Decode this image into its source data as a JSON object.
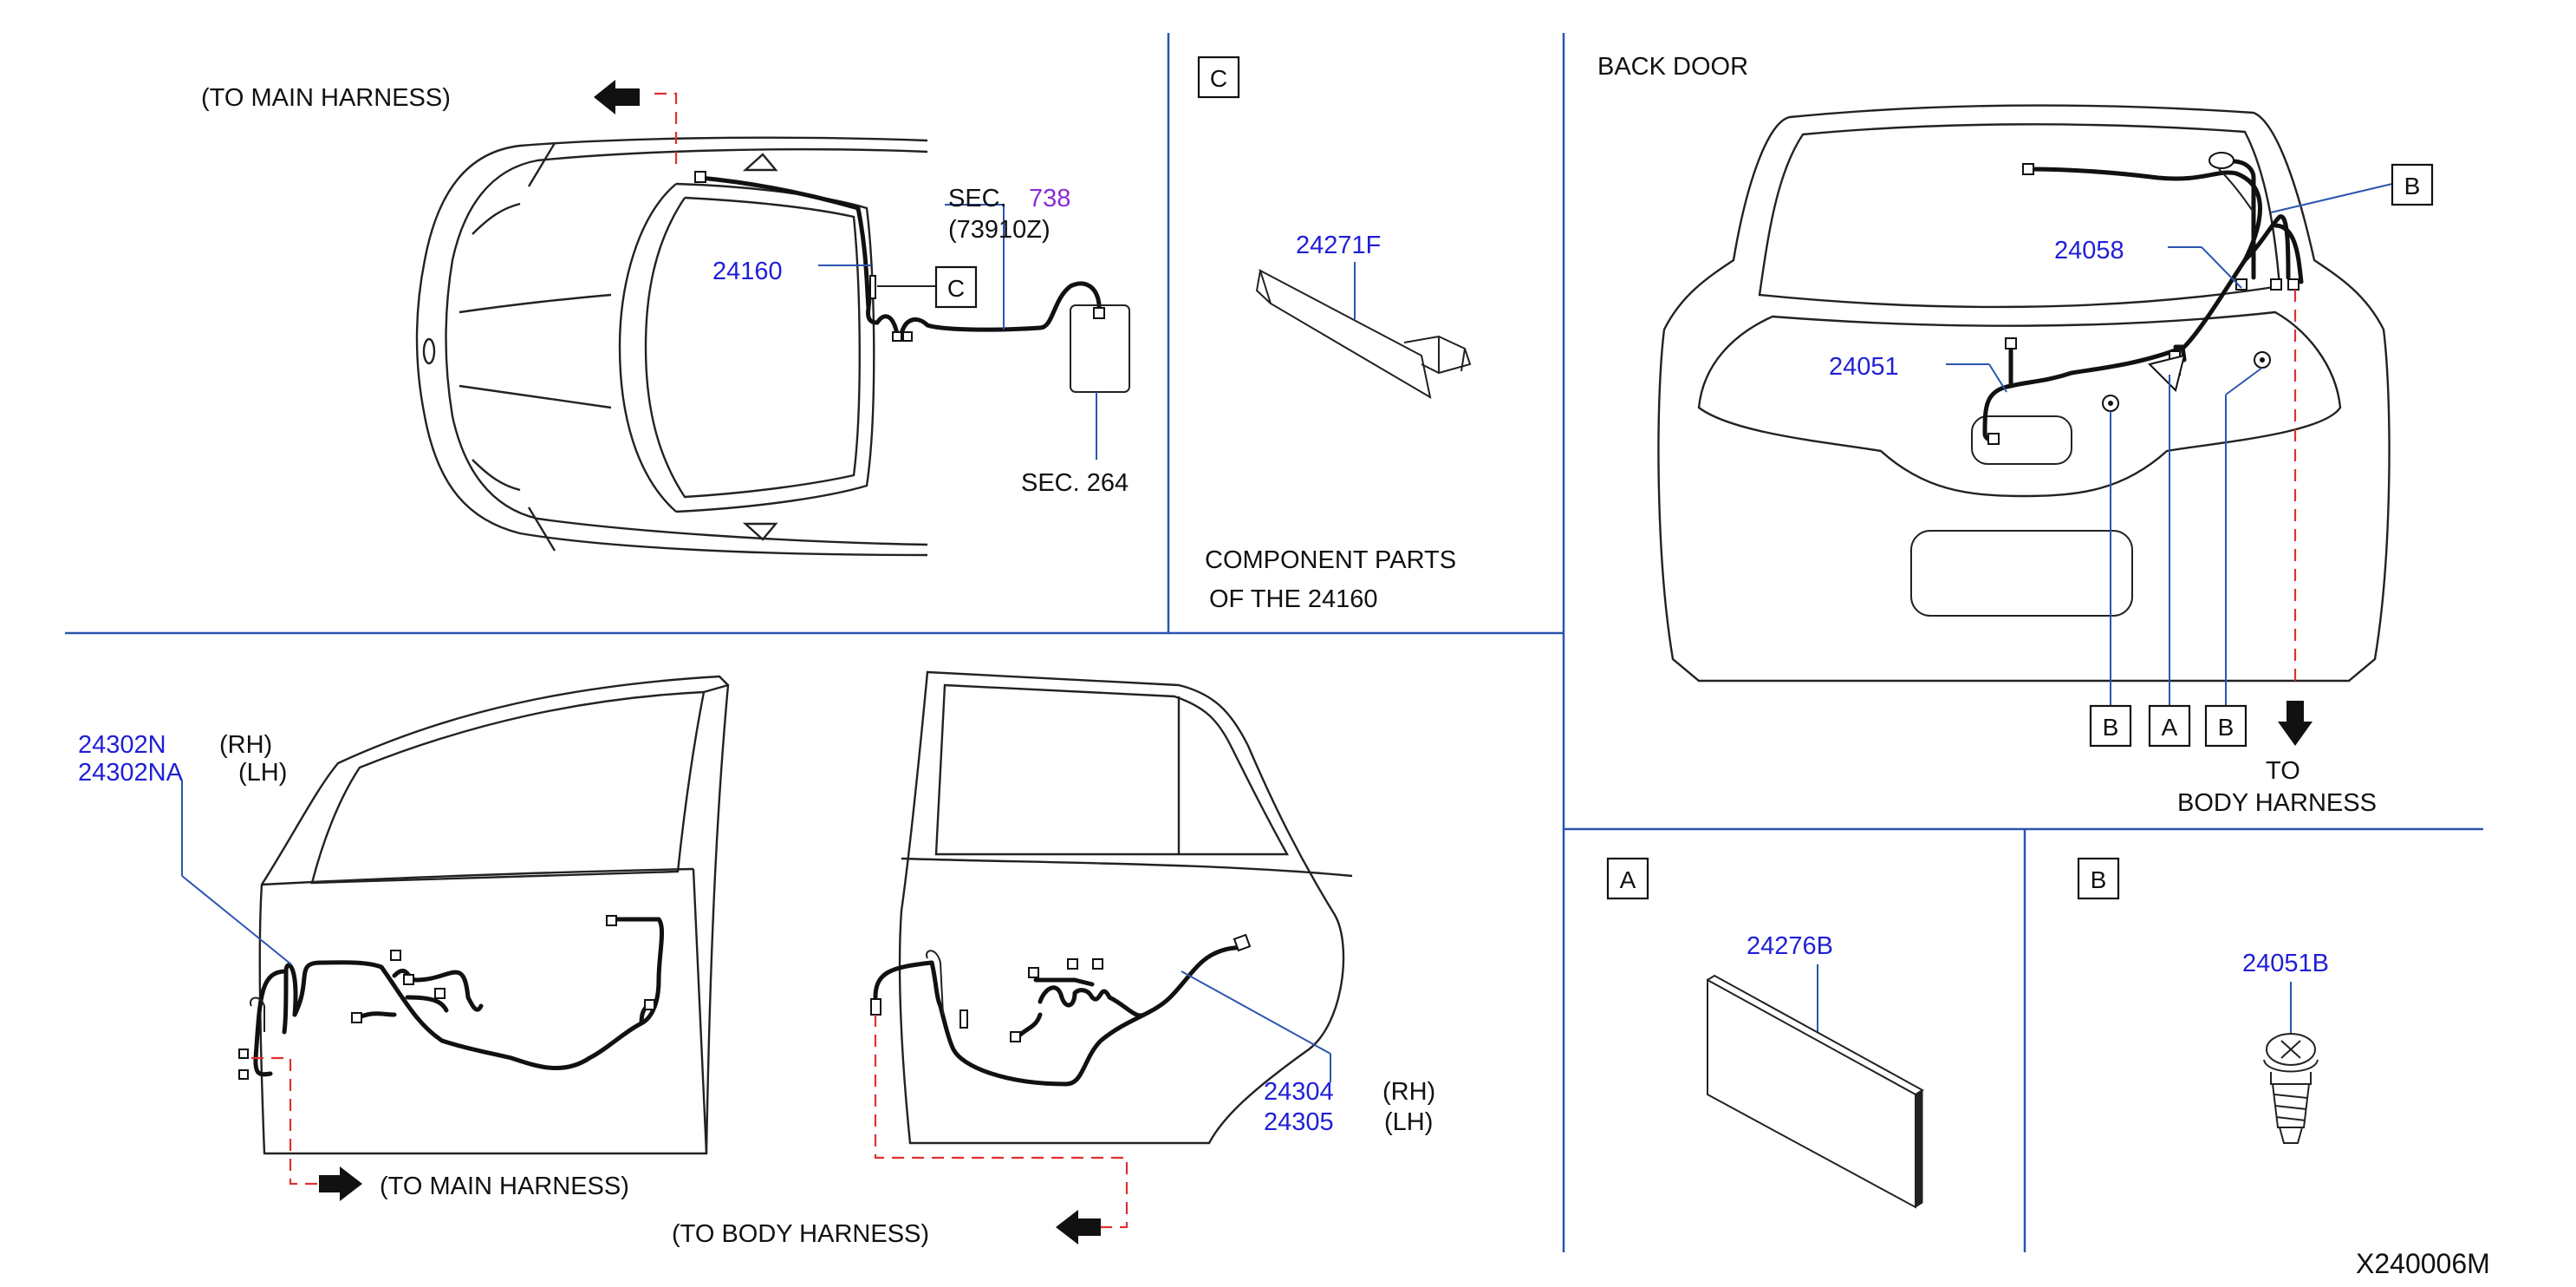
{
  "labels": {
    "to_main_harness_top": "(TO  MAIN  HARNESS)",
    "sec_738_prefix": "SEC.",
    "sec_738_num": "738",
    "part_73910z": "(73910Z)",
    "part_24160": "24160",
    "callout_c": "C",
    "sec_264": "SEC.  264",
    "panel_c_tag": "C",
    "part_24271f": "24271F",
    "component_parts_line1": "COMPONENT  PARTS",
    "component_parts_line2": "OF  THE  24160",
    "back_door_title": "BACK  DOOR",
    "callout_b_top": "B",
    "part_24058": "24058",
    "part_24051": "24051",
    "callout_b_left": "B",
    "callout_a": "A",
    "callout_b_right": "B",
    "to_body_harness_line1": "TO",
    "to_body_harness_line2": "BODY  HARNESS",
    "part_24302n": "24302N",
    "part_24302na": "24302NA",
    "rh_1": "(RH)",
    "lh_1": "(LH)",
    "to_main_harness_bottom": "(TO  MAIN  HARNESS)",
    "to_body_harness_bottom": "(TO  BODY  HARNESS)",
    "part_24304": "24304",
    "part_24305": "24305",
    "rh_2": "(RH)",
    "lh_2": "(LH)",
    "panel_a_tag": "A",
    "part_24276b": "24276B",
    "panel_b_tag": "B",
    "part_24051b": "24051B",
    "diagram_id": "X240006M"
  },
  "colors": {
    "part_number": "#1f1fd6",
    "sec_number": "#8a2bd6",
    "divider": "#2a55b0",
    "dashed_route": "#e03030"
  }
}
